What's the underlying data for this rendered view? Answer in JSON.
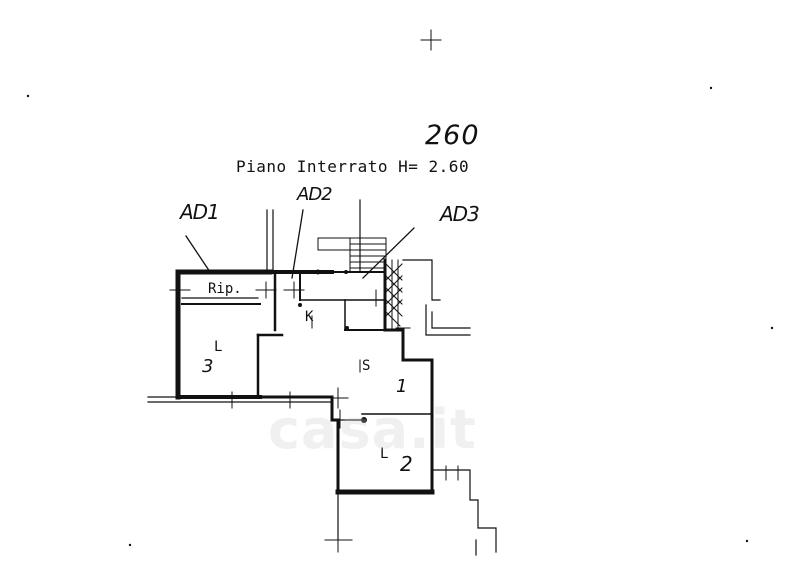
{
  "header": {
    "page_number": "260",
    "floor_label": "Piano Interrato",
    "height_label": "H= 2.60"
  },
  "tags": [
    "AD1",
    "AD2",
    "AD3"
  ],
  "rooms": [
    {
      "id": "rip",
      "label": "Rip."
    },
    {
      "id": "k",
      "label": "K"
    },
    {
      "id": "l3-letter",
      "label": "L"
    },
    {
      "id": "l3-number",
      "label": "3"
    },
    {
      "id": "s",
      "label": "S"
    },
    {
      "id": "s-number",
      "label": "1"
    },
    {
      "id": "l2-letter",
      "label": "L"
    },
    {
      "id": "l2-number",
      "label": "2"
    }
  ],
  "watermark": "casa.it",
  "colors": {
    "ink": "#111111",
    "paper": "#ffffff",
    "watermark": "#c8c8c8"
  }
}
